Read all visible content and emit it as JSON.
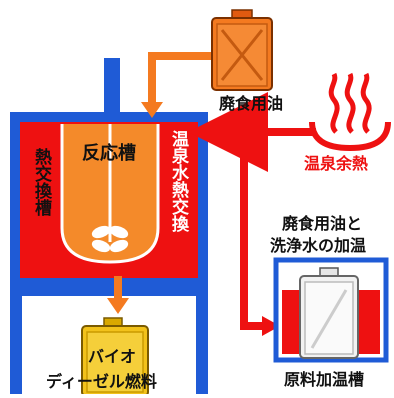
{
  "labels": {
    "waste_oil": "廃食用油",
    "hot_spring_heat": "温泉余熱",
    "reaction_tank": "反応槽",
    "heat_exchange_tank": "熱交換槽",
    "hot_spring_heat_exchange": "温泉水熱交換",
    "heating_caption_line1": "廃食用油と",
    "heating_caption_line2": "洗浄水の加温",
    "raw_material_heating_tank": "原料加温槽",
    "biodiesel_line1": "バイオ",
    "biodiesel_line2": "ディーゼル燃料"
  },
  "colors": {
    "frame_blue": "#1f5bd6",
    "heat_red": "#ee1111",
    "flow_orange": "#f47a20",
    "liquid_orange": "#f48a2a",
    "fuel_yellow": "#f2c21b",
    "jerrycan_white": "#f2f2f2"
  },
  "icons": [
    "jerrycan-icon",
    "hot-spring-icon",
    "stirrer-icon",
    "flow-arrow-icon"
  ]
}
